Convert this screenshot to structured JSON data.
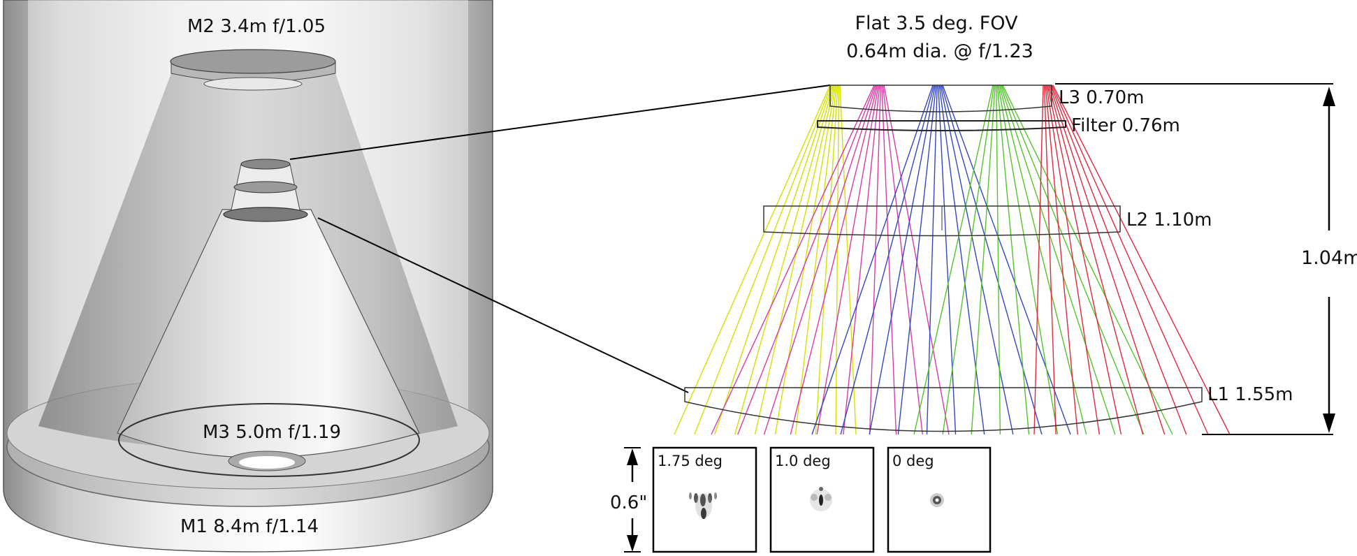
{
  "telescope": {
    "m2_label": "M2 3.4m f/1.05",
    "m3_label": "M3 5.0m f/1.19",
    "m1_label": "M1 8.4m f/1.14"
  },
  "camera": {
    "fov_title": "Flat 3.5 deg. FOV",
    "fov_subtitle": "0.64m dia. @ f/1.23",
    "l3_label": "L3 0.70m",
    "filter_label": "Filter 0.76m",
    "l2_label": "L2 1.10m",
    "l1_label": "L1 1.55m",
    "height_label": "1.04m"
  },
  "spots": {
    "scale_label": "0.6\"",
    "panels": [
      {
        "label": "1.75 deg"
      },
      {
        "label": "1.0 deg"
      },
      {
        "label": "0 deg"
      }
    ]
  },
  "colors": {
    "ray_yellow": "#d4e000",
    "ray_magenta": "#d83aa8",
    "ray_blue": "#3446c4",
    "ray_green": "#52c42a",
    "ray_red": "#e0283c"
  }
}
